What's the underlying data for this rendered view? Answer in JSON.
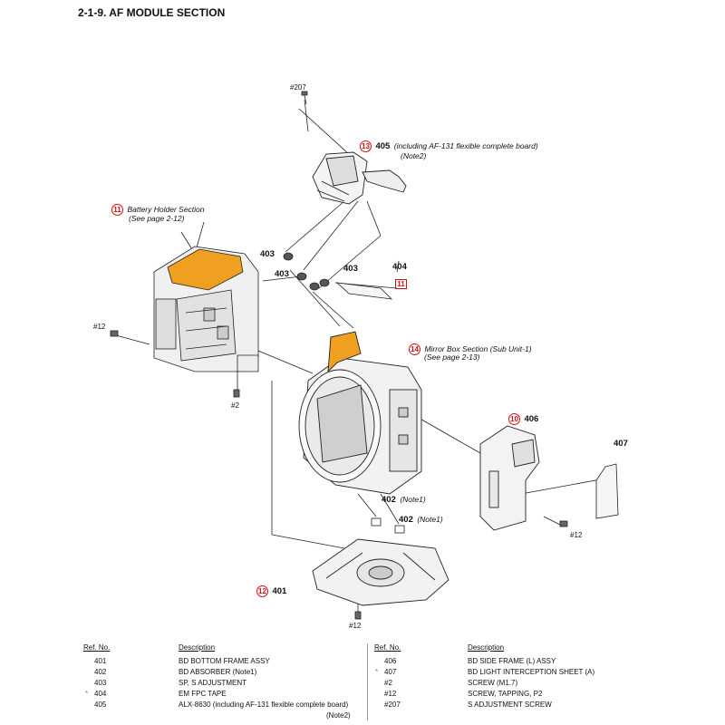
{
  "title": "2-1-9. AF MODULE SECTION",
  "labels": {
    "s207_top": "#207",
    "p405_num": "13",
    "p405": "405",
    "p405_desc": "(including AF-131 flexible complete board)",
    "p405_note": "(Note2)",
    "p11_num": "11",
    "p11_line1": "Battery Holder Section",
    "p11_line2": "(See page 2-12)",
    "p403a": "403",
    "p403b": "403",
    "p403c": "403",
    "p404": "404",
    "p404_box": "11",
    "s12_left": "#12",
    "s2": "#2",
    "p14_num": "14",
    "p14_line1": "Mirror Box Section (Sub Unit-1)",
    "p14_line2": "(See page 2-13)",
    "p10_num": "10",
    "p406": "406",
    "p407": "407",
    "p402a": "402",
    "p402a_note": "(Note1)",
    "p402b": "402",
    "p402b_note": "(Note1)",
    "s12_right": "#12",
    "p12_num": "12",
    "p401": "401",
    "s12_bottom": "#12"
  },
  "table": {
    "hdr_ref": "Ref. No.",
    "hdr_desc": "Description",
    "left": [
      {
        "bullet": "",
        "ref": "401",
        "desc": "BD BOTTOM FRAME ASSY"
      },
      {
        "bullet": "",
        "ref": "402",
        "desc": "BD ABSORBER (Note1)"
      },
      {
        "bullet": "",
        "ref": "403",
        "desc": "SP, S ADJUSTMENT"
      },
      {
        "bullet": "*",
        "ref": "404",
        "desc": "EM FPC TAPE"
      },
      {
        "bullet": "",
        "ref": "405",
        "desc": "ALX-8630 (including AF-131 flexible complete board)"
      }
    ],
    "left_note": "(Note2)",
    "right": [
      {
        "bullet": "",
        "ref": "406",
        "desc": "BD SIDE FRAME (L) ASSY"
      },
      {
        "bullet": "*",
        "ref": "407",
        "desc": "BD LIGHT INTERCEPTION SHEET (A)"
      },
      {
        "bullet": "",
        "ref": "#2",
        "desc": "SCREW (M1.7)"
      },
      {
        "bullet": "",
        "ref": "#12",
        "desc": "SCREW, TAPPING, P2"
      },
      {
        "bullet": "",
        "ref": "#207",
        "desc": "S ADJUSTMENT SCREW"
      }
    ]
  },
  "colors": {
    "accent_red": "#d01010",
    "fpc_orange": "#f0a020",
    "line": "#222222"
  }
}
